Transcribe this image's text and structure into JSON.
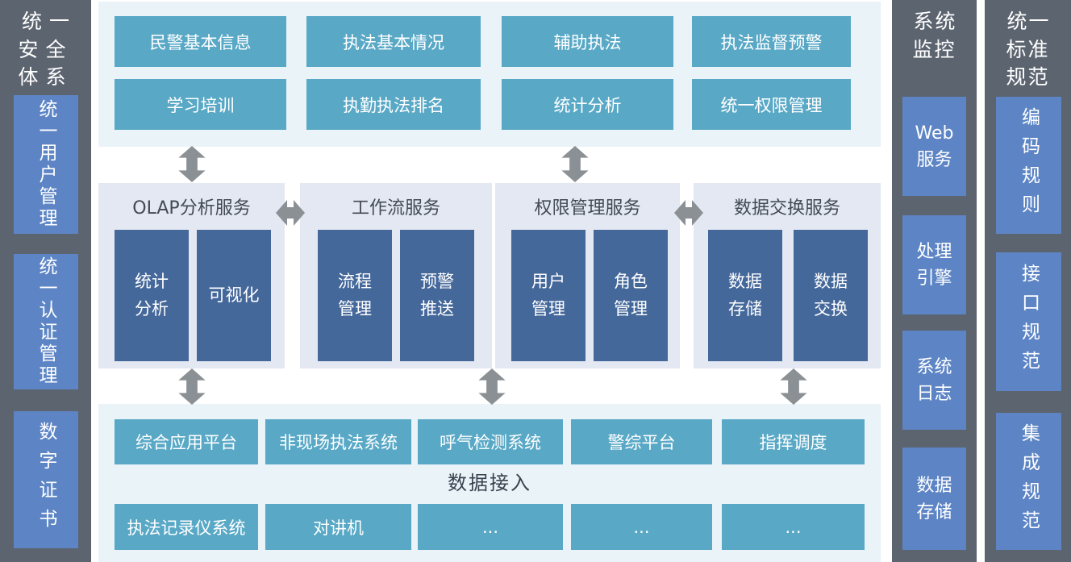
{
  "left_sidebar": {
    "title": "统一\n安全\n体系",
    "items": [
      "统一用户管理",
      "统一认证管理",
      "数字证书"
    ]
  },
  "top_panel": {
    "row1": [
      "民警基本信息",
      "执法基本情况",
      "辅助执法",
      "执法监督预警"
    ],
    "row2": [
      "学习培训",
      "执勤执法排名",
      "统计分析",
      "统一权限管理"
    ]
  },
  "middle_panels": [
    {
      "title": "OLAP分析服务",
      "boxes": [
        "统计\n分析",
        "可视化"
      ]
    },
    {
      "title": "工作流服务",
      "boxes": [
        "流程\n管理",
        "预警\n推送"
      ]
    },
    {
      "title": "权限管理服务",
      "boxes": [
        "用户\n管理",
        "角色\n管理"
      ]
    },
    {
      "title": "数据交换服务",
      "boxes": [
        "数据\n存储",
        "数据\n交换"
      ]
    }
  ],
  "bottom_panel": {
    "row1": [
      "综合应用平台",
      "非现场执法系统",
      "呼气检测系统",
      "警综平台",
      "指挥调度"
    ],
    "label": "数据接入",
    "row2": [
      "执法记录仪系统",
      "对讲机",
      "...",
      "...",
      "..."
    ]
  },
  "monitor_column": {
    "title": "系统\n监控",
    "items": [
      "Web\n服务",
      "处理\n引擎",
      "系统\n日志",
      "数据\n存储"
    ]
  },
  "standard_column": {
    "title": "统一\n标准\n规范",
    "items": [
      "编码规则",
      "接口规范",
      "集成规范"
    ]
  },
  "colors": {
    "slate": "#5c6470",
    "blue": "#5d85c5",
    "teal": "#58a8c6",
    "cyan_bg": "#e9f3f8",
    "lavender_bg": "#e3e8f2",
    "navy": "#45689b",
    "arrow": "#8b9095"
  }
}
